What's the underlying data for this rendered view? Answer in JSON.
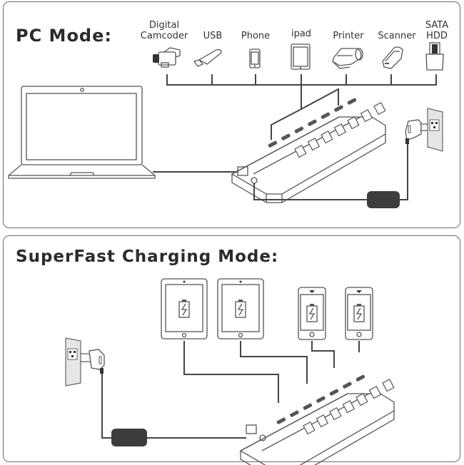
{
  "pc_mode": {
    "title": "PC Mode:",
    "devices": [
      {
        "label": "Digital\nCamcoder",
        "line1": "Digital",
        "line2": "Camcoder",
        "icon": "camcorder-icon"
      },
      {
        "label": "USB",
        "line1": "",
        "line2": "USB",
        "icon": "usb-drive-icon"
      },
      {
        "label": "Phone",
        "line1": "",
        "line2": "Phone",
        "icon": "phone-icon"
      },
      {
        "label": "ipad",
        "line1": "",
        "line2": "ipad",
        "icon": "tablet-icon"
      },
      {
        "label": "Printer",
        "line1": "",
        "line2": "Printer",
        "icon": "printer-icon"
      },
      {
        "label": "Scanner",
        "line1": "",
        "line2": "Scanner",
        "icon": "scanner-icon"
      },
      {
        "label": "SATA\nHDD",
        "line1": "SATA",
        "line2": "HDD",
        "icon": "hdd-dock-icon"
      }
    ],
    "host": "laptop-icon",
    "hub_ports": 7,
    "power": [
      "power-adapter-icon",
      "wall-outlet-icon"
    ]
  },
  "charging_mode": {
    "title": "SuperFast Charging Mode:",
    "devices": [
      {
        "type": "tablet",
        "icon": "tablet-charging-icon"
      },
      {
        "type": "tablet",
        "icon": "tablet-charging-icon"
      },
      {
        "type": "phone",
        "icon": "phone-charging-icon"
      },
      {
        "type": "phone",
        "icon": "phone-charging-icon"
      }
    ],
    "hub_ports": 7,
    "power": [
      "power-adapter-icon",
      "wall-outlet-icon"
    ]
  },
  "colors": {
    "stroke": "#444444",
    "adapter": "#3f3c3e",
    "border": "#6b6b6b",
    "outlet": "#e6e6e6"
  }
}
